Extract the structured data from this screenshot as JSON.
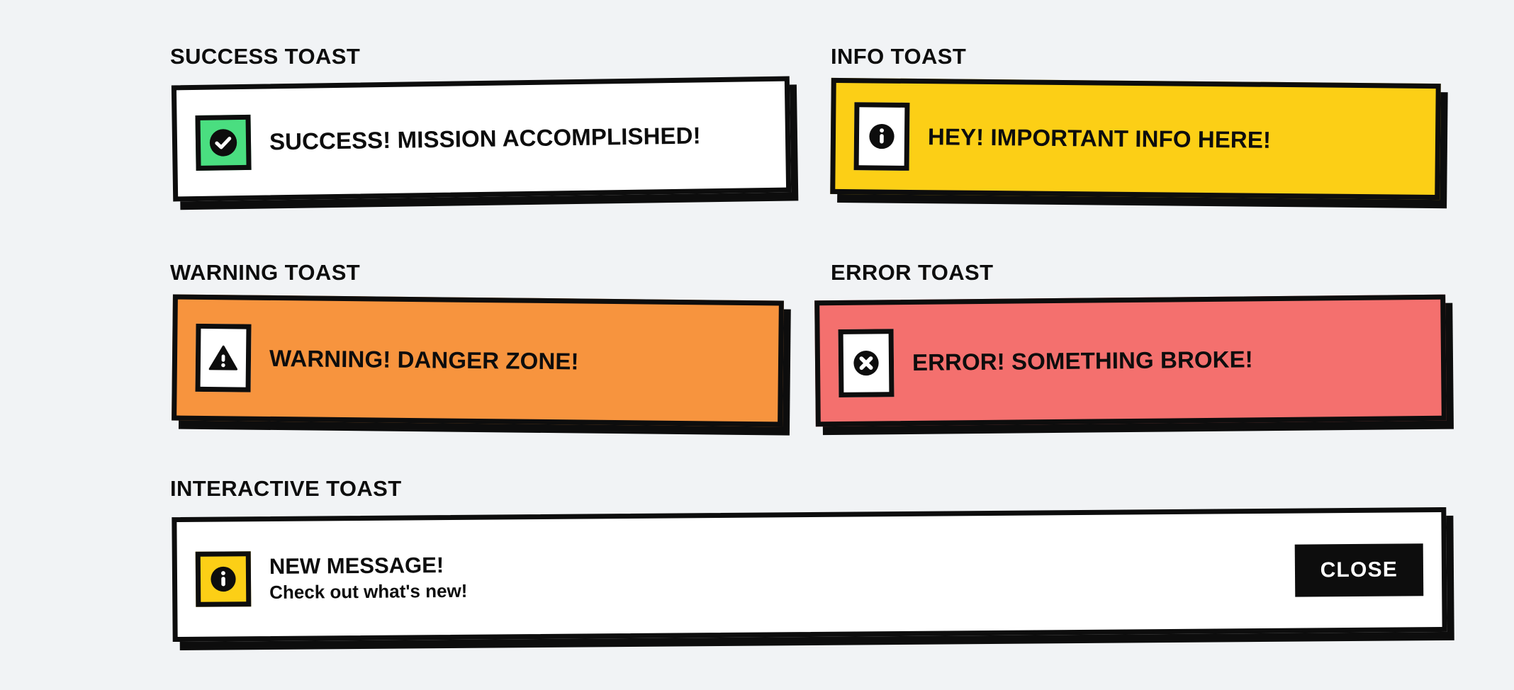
{
  "page": {
    "background_color": "#f1f3f5",
    "border_color": "#0d0d0d",
    "text_color": "#0d0d0d"
  },
  "sections": [
    {
      "key": "success",
      "label": "SUCCESS TOAST",
      "toast": {
        "message": "SUCCESS! MISSION ACCOMPLISHED!",
        "background_color": "#ffffff",
        "icon_name": "check-circle-icon",
        "icon_box_color": "#4ade80",
        "icon_glyph_color": "#0d0d0d"
      }
    },
    {
      "key": "info",
      "label": "INFO TOAST",
      "toast": {
        "message": "HEY! IMPORTANT INFO HERE!",
        "background_color": "#fccf16",
        "icon_name": "info-circle-icon",
        "icon_box_color": "#ffffff",
        "icon_glyph_color": "#0d0d0d"
      }
    },
    {
      "key": "warning",
      "label": "WARNING TOAST",
      "toast": {
        "message": "WARNING! DANGER ZONE!",
        "background_color": "#f7943e",
        "icon_name": "warning-triangle-icon",
        "icon_box_color": "#ffffff",
        "icon_glyph_color": "#0d0d0d"
      }
    },
    {
      "key": "error",
      "label": "ERROR TOAST",
      "toast": {
        "message": "ERROR! SOMETHING BROKE!",
        "background_color": "#f4706e",
        "icon_name": "error-x-circle-icon",
        "icon_box_color": "#ffffff",
        "icon_glyph_color": "#0d0d0d"
      }
    },
    {
      "key": "interactive",
      "label": "INTERACTIVE TOAST",
      "toast": {
        "title": "NEW MESSAGE!",
        "subtitle": "Check out what's new!",
        "background_color": "#ffffff",
        "icon_name": "info-circle-icon",
        "icon_box_color": "#fccf16",
        "icon_glyph_color": "#0d0d0d",
        "close_label": "CLOSE",
        "close_bg_color": "#0d0d0d",
        "close_text_color": "#ffffff"
      }
    }
  ]
}
